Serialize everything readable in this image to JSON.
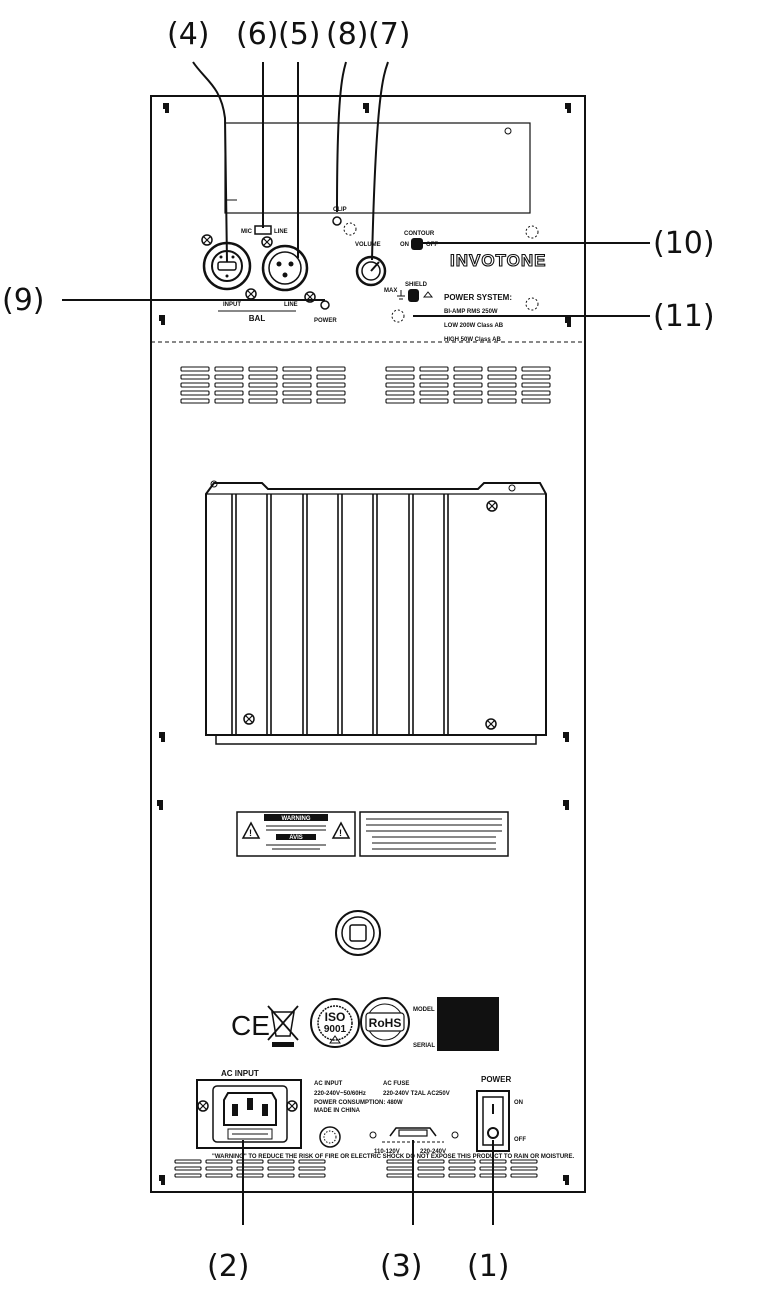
{
  "callouts": {
    "c4": "(4)",
    "c6": "(6)",
    "c5": "(5)",
    "c8": "(8)",
    "c7": "(7)",
    "c10": "(10)",
    "c9": "(9)",
    "c11": "(11)",
    "c2": "(2)",
    "c3": "(3)",
    "c1": "(1)"
  },
  "control_panel": {
    "mic": "MIC",
    "line": "LINE",
    "clip": "CLIP",
    "volume": "VOLUME",
    "max": "MAX",
    "bal": "BAL",
    "power": "POWER",
    "input": "INPUT",
    "contour": "CONTOUR",
    "on": "ON",
    "off": "OFF",
    "shield": "SHIELD"
  },
  "brand": "INVOTONE",
  "power_system": {
    "heading": "POWER SYSTEM:",
    "line1": "BI-AMP RMS 250W",
    "line2": "LOW 200W Class AB",
    "line3": "HIGH 50W Class AB"
  },
  "labels": {
    "warning": "WARNING",
    "avis": "AVIS",
    "iso": "ISO",
    "iso_num": "9001",
    "rohs": "RoHS",
    "ce": "CE",
    "model": "MODEL",
    "serial": "SERIAL"
  },
  "ac_section": {
    "ac_input_title": "AC INPUT",
    "ac_input_label": "AC INPUT",
    "ac_input_value": "220-240V~50/60Hz",
    "ac_fuse_label": "AC FUSE",
    "ac_fuse_value": "220-240V  T2AL AC250V",
    "consumption": "POWER CONSUMPTION: 480W",
    "made_in": "MADE IN CHINA",
    "v110": "110-120V",
    "v220": "220-240V",
    "power": "POWER",
    "on": "ON",
    "off": "OFF"
  },
  "bottom_warning": "\"WARNING\" TO REDUCE THE RISK OF FIRE OR ELECTRIC SHOCK DO NOT EXPOSE THIS PRODUCT TO RAIN OR MOISTURE."
}
